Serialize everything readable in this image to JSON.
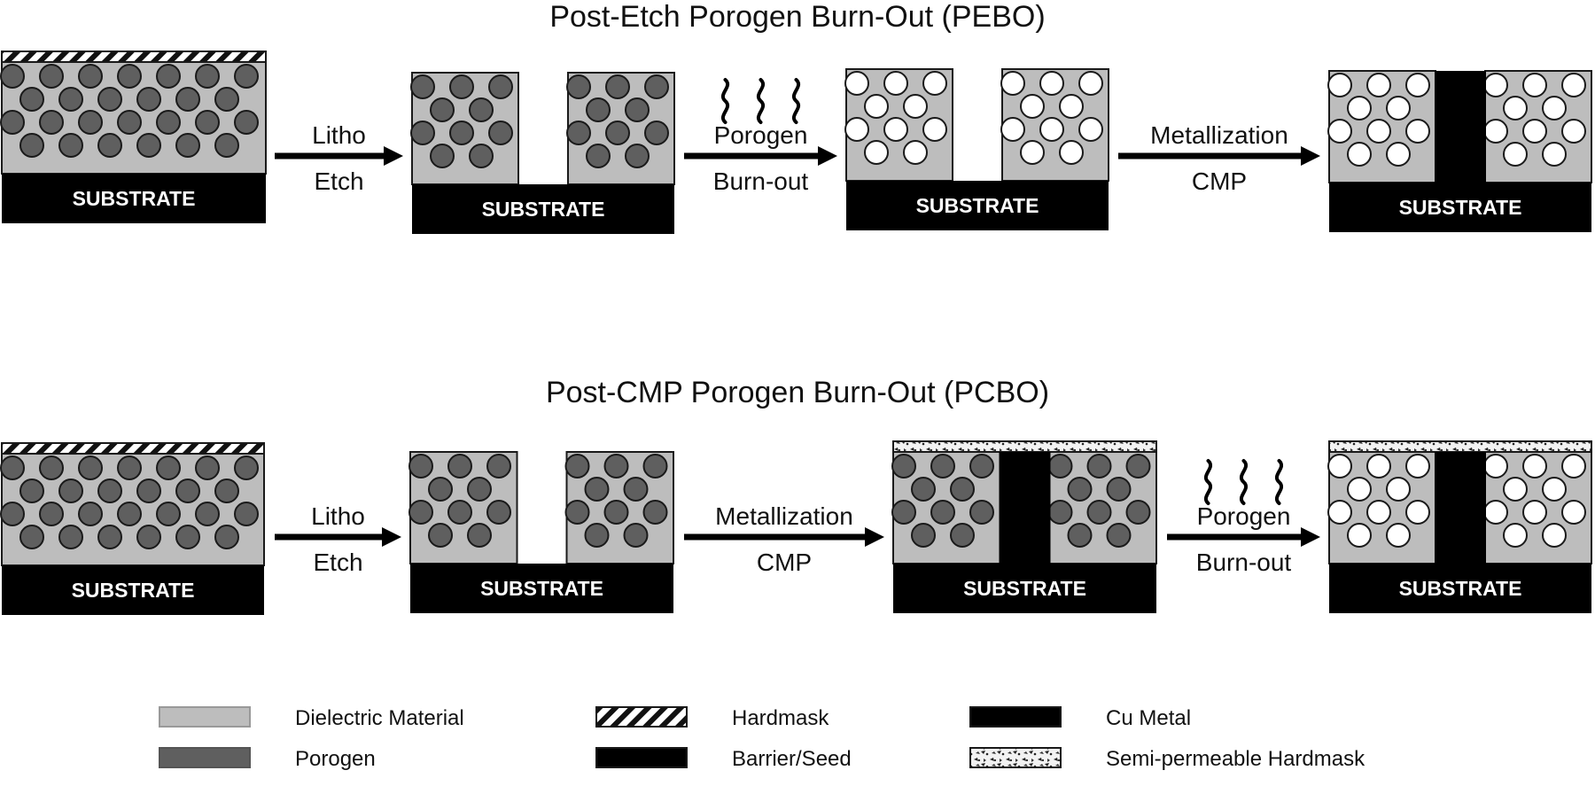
{
  "colors": {
    "dielectric": "#bdbdbd",
    "porogen": "#5f5f5f",
    "pore": "#ffffff",
    "metal": "#000000",
    "substrate": "#000000",
    "outline": "#1a1a1a"
  },
  "pebo": {
    "title": "Post-Etch Porogen Burn-Out (PEBO)",
    "substrate_label": "SUBSTRATE",
    "steps": [
      {
        "label1": "Litho",
        "label2": "Etch",
        "heat_icon": false
      },
      {
        "label1": "Porogen",
        "label2": "Burn-out",
        "heat_icon": true
      },
      {
        "label1": "Metallization",
        "label2": "CMP",
        "heat_icon": false
      }
    ]
  },
  "pcbo": {
    "title": "Post-CMP Porogen Burn-Out (PCBO)",
    "substrate_label": "SUBSTRATE",
    "steps": [
      {
        "label1": "Litho",
        "label2": "Etch",
        "heat_icon": false
      },
      {
        "label1": "Metallization",
        "label2": "CMP",
        "heat_icon": false
      },
      {
        "label1": "Porogen",
        "label2": "Burn-out",
        "heat_icon": true
      }
    ]
  },
  "legend": [
    {
      "swatch": "dielectric",
      "label": "Dielectric Material"
    },
    {
      "swatch": "porogen",
      "label": "Porogen"
    },
    {
      "swatch": "hardmask",
      "label": "Hardmask"
    },
    {
      "swatch": "barrier",
      "label": "Barrier/Seed"
    },
    {
      "swatch": "metal",
      "label": "Cu Metal"
    },
    {
      "swatch": "semi-hardmask",
      "label": "Semi-permeable Hardmask"
    }
  ]
}
